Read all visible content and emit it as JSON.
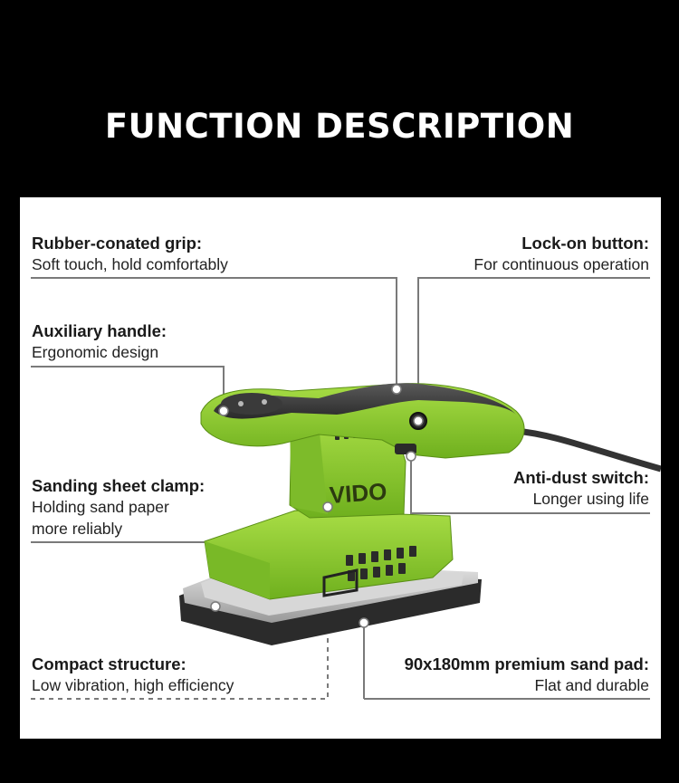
{
  "header": {
    "title": "FUNCTION DESCRIPTION"
  },
  "product": {
    "brand_logo": "VIDO",
    "accent_color": "#8cc63f",
    "body_dark": "#3b3b3b"
  },
  "features": [
    {
      "id": "grip",
      "name": "Rubber-conated grip:",
      "desc": [
        "Soft touch, hold comfortably"
      ]
    },
    {
      "id": "lock",
      "name": "Lock-on button:",
      "desc": [
        "For continuous operation"
      ]
    },
    {
      "id": "aux",
      "name": "Auxiliary handle:",
      "desc": [
        "Ergonomic design"
      ]
    },
    {
      "id": "clamp",
      "name": "Sanding sheet clamp:",
      "desc": [
        "Holding sand paper",
        "more reliably"
      ]
    },
    {
      "id": "dust",
      "name": "Anti-dust switch:",
      "desc": [
        "Longer using life"
      ]
    },
    {
      "id": "compact",
      "name": "Compact structure:",
      "desc": [
        "Low vibration, high efficiency"
      ]
    },
    {
      "id": "pad",
      "name": "90x180mm premium sand pad:",
      "desc": [
        "Flat and durable"
      ]
    }
  ]
}
